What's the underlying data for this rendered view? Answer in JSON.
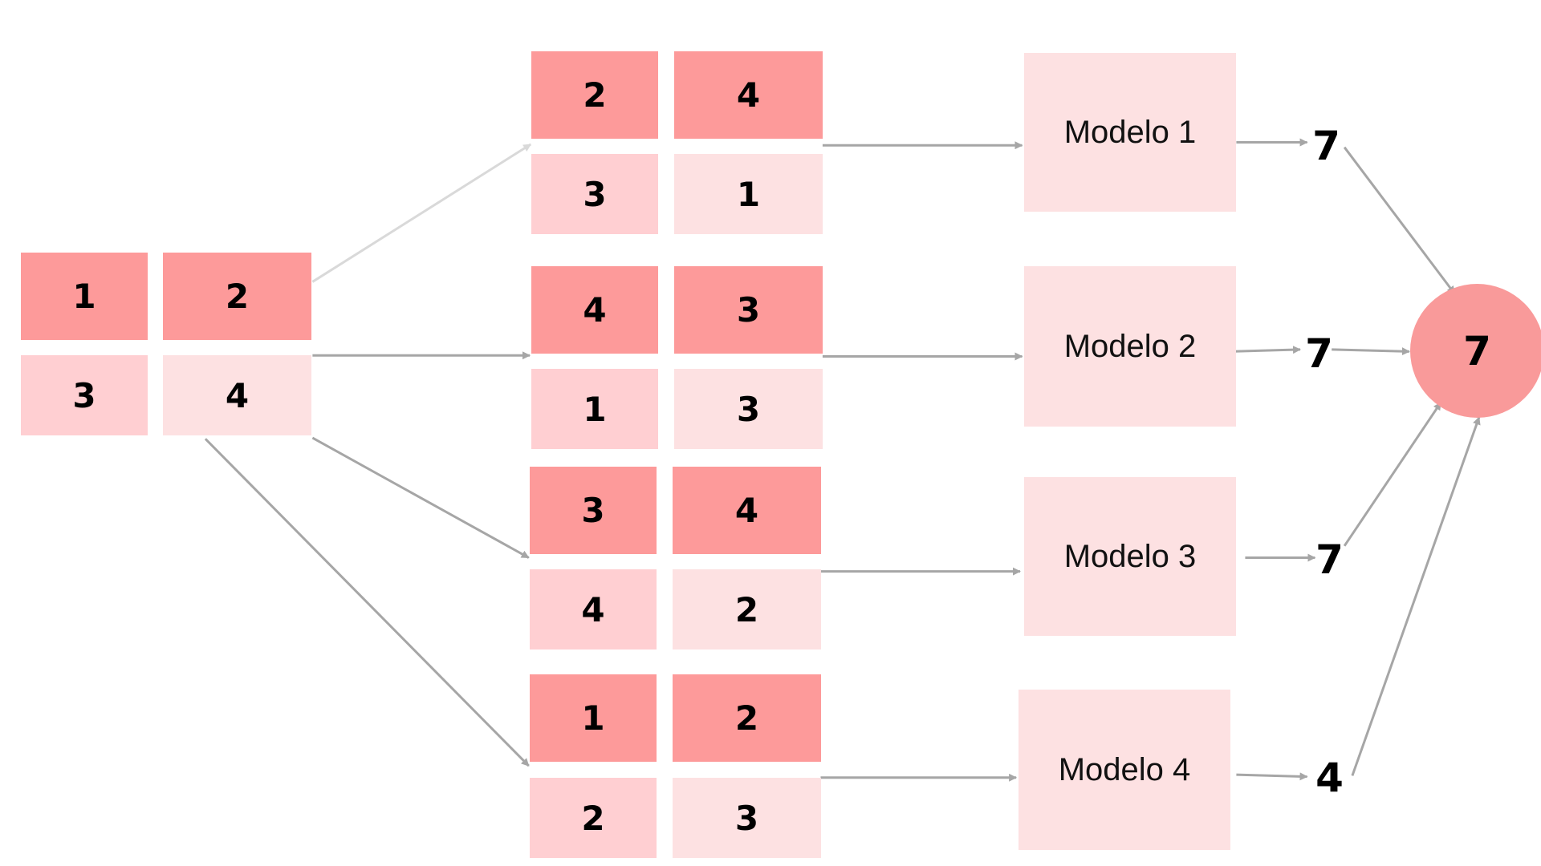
{
  "colors": {
    "dark": "#fd9a9a",
    "mid": "#ffcfd2",
    "light": "#fde1e2",
    "model_fill": "#fde1e2",
    "final_fill": "#f99a9a",
    "arrow": "#a6a6a6",
    "arrow_light": "#d9d9d9"
  },
  "source_grid": [
    "1",
    "2",
    "3",
    "4"
  ],
  "bootstrap_samples": [
    {
      "cells": [
        "2",
        "4",
        "3",
        "1"
      ]
    },
    {
      "cells": [
        "4",
        "3",
        "1",
        "3"
      ]
    },
    {
      "cells": [
        "3",
        "4",
        "4",
        "2"
      ]
    },
    {
      "cells": [
        "1",
        "2",
        "2",
        "3"
      ]
    }
  ],
  "models": [
    {
      "label": "Modelo 1",
      "prediction": "7"
    },
    {
      "label": "Modelo 2",
      "prediction": "7"
    },
    {
      "label": "Modelo 3",
      "prediction": "7"
    },
    {
      "label": "Modelo 4",
      "prediction": "4"
    }
  ],
  "final_prediction": "7"
}
